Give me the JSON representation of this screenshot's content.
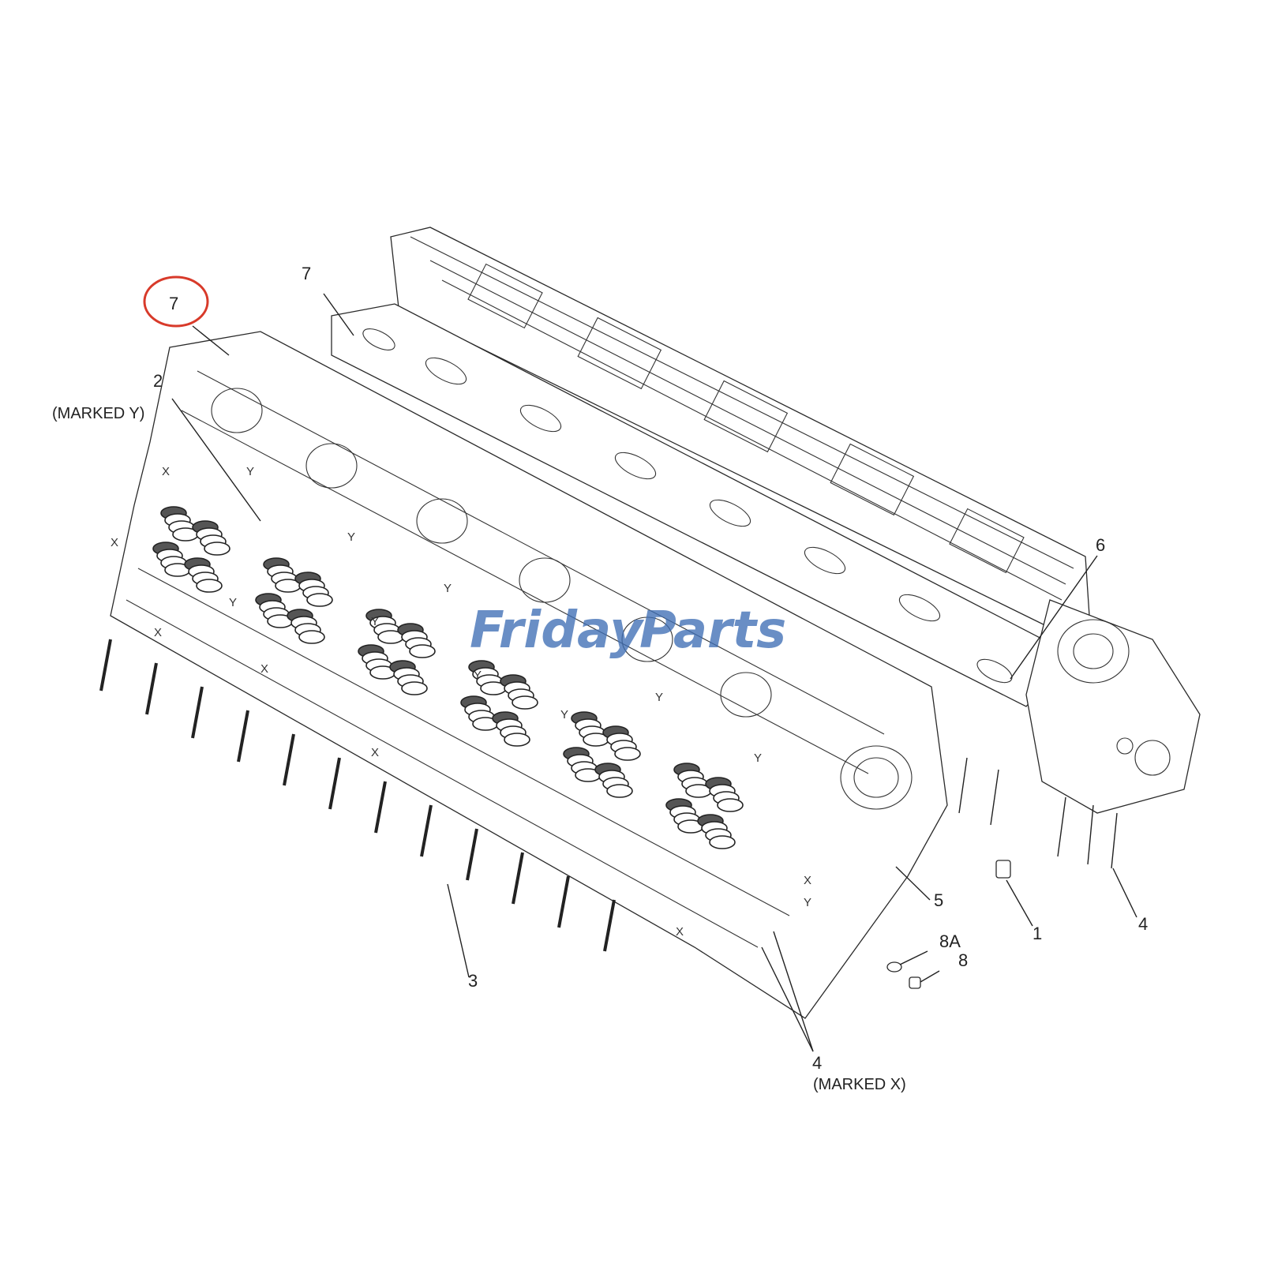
{
  "callouts": {
    "highlighted": "7",
    "upper_cover": "7",
    "gasket": "2",
    "gasket_note": "(MARKED Y)",
    "bolt_front": "3",
    "bolt_rear": "4",
    "bolt_marked": "4",
    "bolt_marked_note": "(MARKED X)",
    "dowel": "1",
    "plug": "5",
    "manifold": "6",
    "washer": "8A",
    "screw": "8"
  },
  "bolt_marks": {
    "x": "X",
    "y": "Y"
  },
  "watermark": {
    "text_left": "Friday",
    "text_right": "Parts"
  },
  "colors": {
    "highlight_circle": "#d83a2a",
    "watermark_blue": "#3f6fb5",
    "watermark_orange": "#f0a030",
    "line_art": "#222222"
  }
}
